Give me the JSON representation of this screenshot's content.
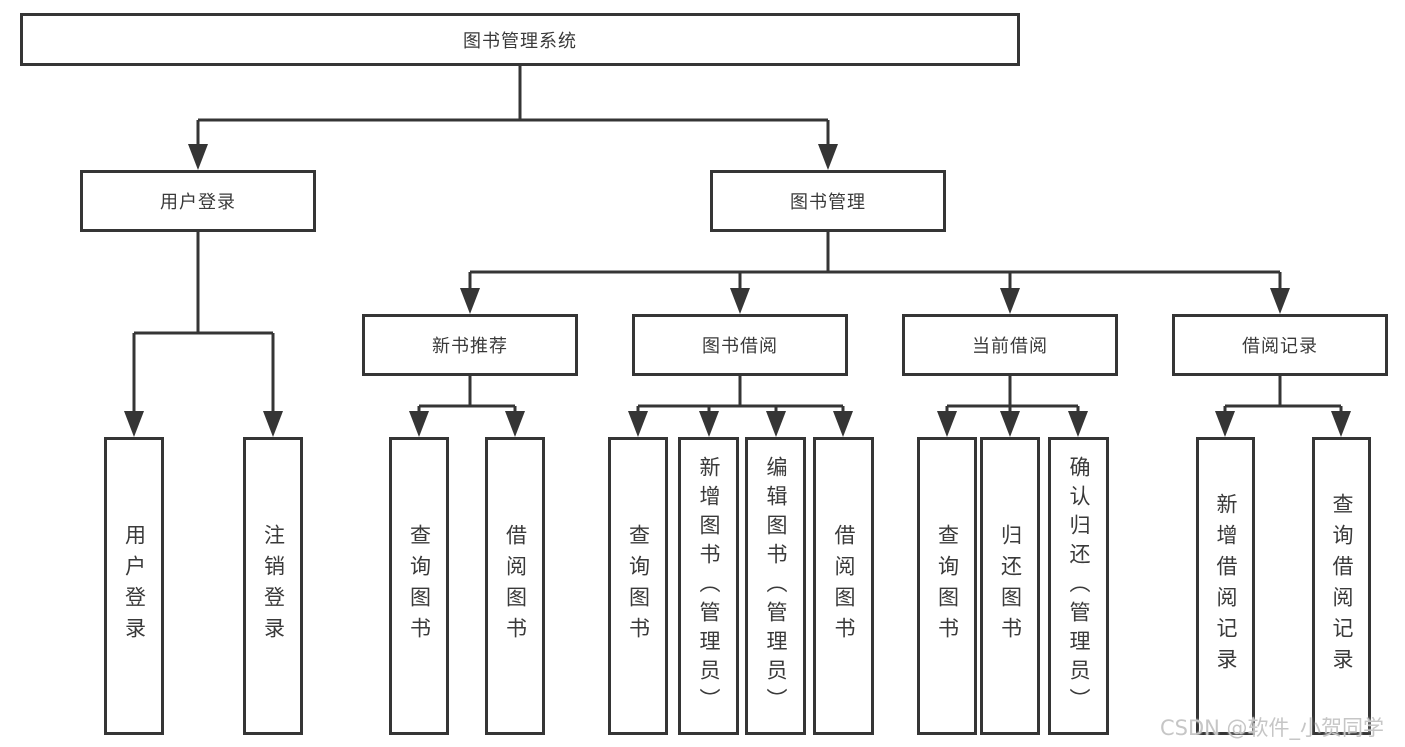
{
  "nodes": {
    "root": {
      "label": "图书管理系统"
    },
    "level2": [
      {
        "label": "用户登录"
      },
      {
        "label": "图书管理"
      }
    ],
    "level3": [
      {
        "label": "新书推荐"
      },
      {
        "label": "图书借阅"
      },
      {
        "label": "当前借阅"
      },
      {
        "label": "借阅记录"
      }
    ],
    "leaf_groups": [
      {
        "parent": "用户登录",
        "children": [
          "用户登录",
          "注销登录"
        ]
      },
      {
        "parent": "新书推荐",
        "children": [
          "查询图书",
          "借阅图书"
        ]
      },
      {
        "parent": "图书借阅",
        "children": [
          "查询图书",
          "新增图书（管理员）",
          "编辑图书（管理员）",
          "借阅图书"
        ]
      },
      {
        "parent": "当前借阅",
        "children": [
          "查询图书",
          "归还图书",
          "确认归还（管理员）"
        ]
      },
      {
        "parent": "借阅记录",
        "children": [
          "新增借阅记录",
          "查询借阅记录"
        ]
      }
    ]
  },
  "watermark": "CSDN @软件_小贺同学",
  "colors": {
    "line": "#353535",
    "text": "#3a3a3a",
    "background": "#ffffff",
    "watermark": "#c6c6c6"
  }
}
